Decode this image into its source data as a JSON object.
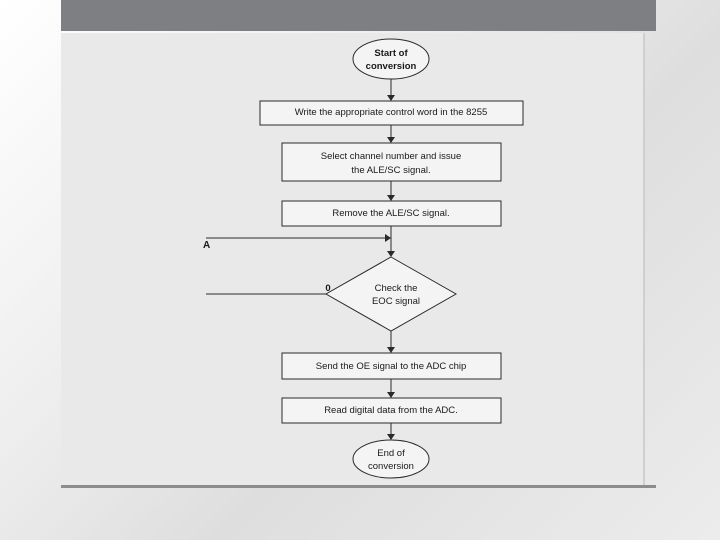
{
  "flowchart": {
    "start": [
      "Start of",
      "conversion"
    ],
    "step1": [
      "Write the appropriate control word in the 8255"
    ],
    "step2": [
      "Select channel number and issue",
      "the ALE/SC signal."
    ],
    "step3": [
      "Remove the ALE/SC signal."
    ],
    "decision": [
      "Check the",
      "EOC signal"
    ],
    "decision_no_label": "0",
    "loop_connector": "A",
    "step4": [
      "Send the OE signal to the ADC chip"
    ],
    "step5": [
      "Read digital data from the ADC."
    ],
    "end": [
      "End of",
      "conversion"
    ]
  }
}
